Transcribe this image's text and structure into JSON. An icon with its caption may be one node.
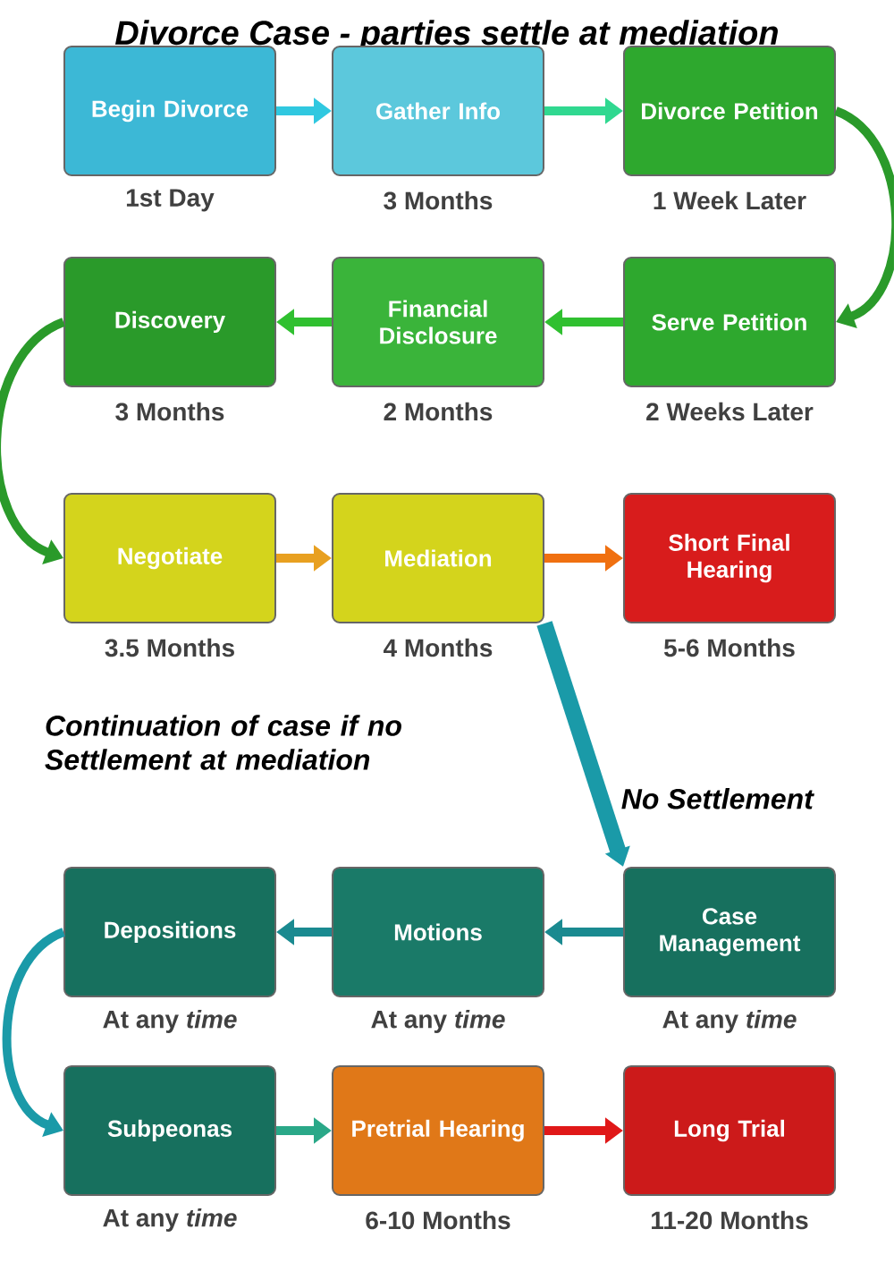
{
  "diagram": {
    "title": "Divorce Case - parties settle at mediation",
    "nodes": [
      {
        "text": [
          "Begin Divorce"
        ],
        "beside": [
          "1st Day"
        ]
      },
      {
        "text": [
          "Gather Info"
        ],
        "beside": [
          "3 Months"
        ]
      },
      {
        "text": [
          "Divorce Petition"
        ],
        "beside": [
          "1 Week Later"
        ]
      },
      {
        "text": [
          "Serve Petition"
        ],
        "beside": [
          "2 Weeks Later"
        ]
      },
      {
        "text": [
          "Financial Disclosure"
        ],
        "beside": [
          "2 Months"
        ]
      },
      {
        "text": [
          "Discovery"
        ],
        "beside": [
          "3 Months"
        ]
      },
      {
        "text": [
          "Negotiate"
        ],
        "beside": [
          "3.5 Months"
        ]
      },
      {
        "text": [
          "Mediation"
        ],
        "beside": [
          "4 Months"
        ]
      },
      {
        "text": [
          "Short Final Hearing"
        ],
        "beside": [
          "5-6 Months"
        ]
      },
      {
        "text": [
          "Case Management"
        ],
        "beside": [
          "At any *time*"
        ]
      },
      {
        "text": [
          "Motions"
        ],
        "beside": [
          "At any *time*"
        ]
      },
      {
        "text": [
          "Depositions"
        ],
        "beside": [
          "At any *time*"
        ]
      },
      {
        "text": [
          "Subpeonas"
        ],
        "beside": [
          "At any *time*"
        ]
      },
      {
        "text": [
          "Pretrial Hearing"
        ],
        "beside": [
          "6-10 Months"
        ]
      },
      {
        "text": [
          "Long Trial"
        ],
        "beside": [
          "11-20 Months"
        ]
      }
    ],
    "edges": [
      {
        "from": 0,
        "to": 1,
        "arrow": "to",
        "color": "#30c8e0"
      },
      {
        "from": 1,
        "to": 2,
        "arrow": "to",
        "color": "#30d890"
      },
      {
        "from": 2,
        "to": 3,
        "arrow": "to",
        "color": "#2a9a2a"
      },
      {
        "from": 3,
        "to": 4,
        "arrow": "to",
        "color": "#30c030"
      },
      {
        "from": 4,
        "to": 5,
        "arrow": "to",
        "color": "#30c030"
      },
      {
        "from": 5,
        "to": 6,
        "arrow": "to",
        "color": "#2a9a2a"
      },
      {
        "from": 6,
        "to": 7,
        "arrow": "to",
        "color": "#e8a020"
      },
      {
        "from": 7,
        "to": 8,
        "arrow": "to",
        "color": "#f07010"
      },
      {
        "from": 7,
        "to": 9,
        "arrow": "to",
        "style": "thick",
        "color": "#1a9aa8",
        "label": "No Settlement"
      },
      {
        "from": 9,
        "to": 10,
        "arrow": "to",
        "color": "#1a8a90"
      },
      {
        "from": 10,
        "to": 11,
        "arrow": "to",
        "color": "#1a8a90"
      },
      {
        "from": 11,
        "to": 12,
        "arrow": "to",
        "color": "#1a9aa8"
      },
      {
        "from": 12,
        "to": 13,
        "arrow": "to",
        "color": "#2aa888"
      },
      {
        "from": 13,
        "to": 14,
        "arrow": "to",
        "color": "#e01818"
      }
    ],
    "labels": [
      "Continuation of case if no Settlement at mediation"
    ]
  }
}
